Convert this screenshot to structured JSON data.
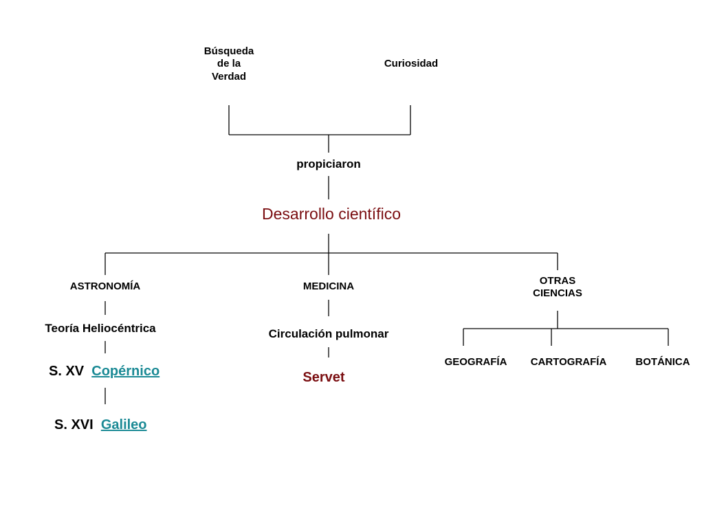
{
  "top": {
    "busqueda": [
      "Búsqueda",
      "de la",
      "Verdad"
    ],
    "curiosidad": "Curiosidad",
    "connector": "propiciaron"
  },
  "central": {
    "title": "Desarrollo científico"
  },
  "branches": {
    "astronomia": {
      "label": "ASTRONOMÍA",
      "theory": "Teoría Heliocéntrica",
      "items": [
        {
          "century": "S. XV",
          "name": "Copérnico"
        },
        {
          "century": "S. XVI",
          "name": "Galileo"
        }
      ]
    },
    "medicina": {
      "label": "MEDICINA",
      "topic": "Circulación pulmonar",
      "person": "Servet"
    },
    "otras": {
      "label": [
        "OTRAS",
        "CIENCIAS"
      ],
      "children": [
        "GEOGRAFÍA",
        "CARTOGRAFÍA",
        "BOTÁNICA"
      ]
    }
  },
  "colors": {
    "accent": "#7a0d10",
    "link": "#1b8a95",
    "text": "#000000"
  }
}
